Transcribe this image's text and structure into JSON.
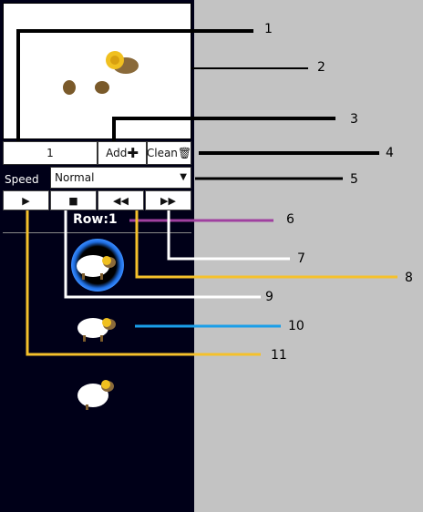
{
  "controls": {
    "count_value": "1",
    "add_label": "Add",
    "clean_label": "Clean"
  },
  "speed": {
    "label": "Speed",
    "selected": "Normal"
  },
  "playback": {
    "play_icon": "play-icon",
    "stop_icon": "stop-icon",
    "rewind_icon": "rewind-icon",
    "forward_icon": "fast-forward-icon"
  },
  "row_label": "Row:1",
  "callouts": [
    "1",
    "2",
    "3",
    "4",
    "5",
    "6",
    "7",
    "8",
    "9",
    "10",
    "11"
  ],
  "colors": {
    "panel_bg": "#000018",
    "page_bg": "#c3c3c3",
    "callout_black": "#000000",
    "callout_purple": "#a040a0",
    "callout_white": "#ffffff",
    "callout_yellow": "#f5c12b",
    "callout_blue": "#1a9ee8"
  }
}
